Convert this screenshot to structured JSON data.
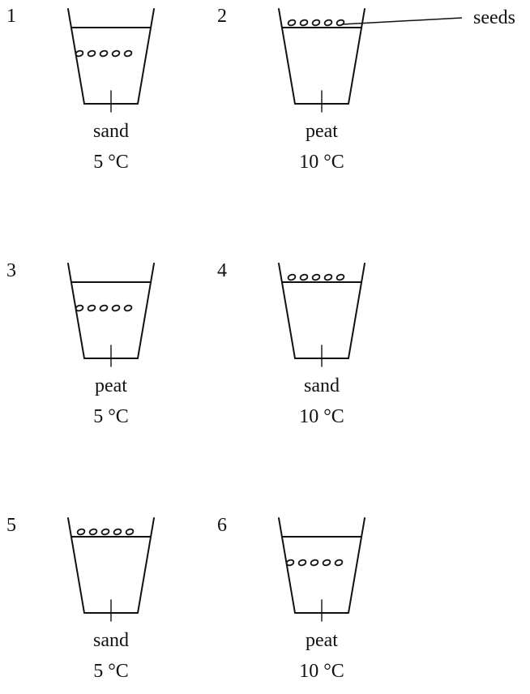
{
  "callout": {
    "seeds_label": "seeds"
  },
  "pots": [
    {
      "number": "1",
      "medium": "sand",
      "temperature": "5 °C",
      "seed_position": "buried"
    },
    {
      "number": "2",
      "medium": "peat",
      "temperature": "10 °C",
      "seed_position": "surface"
    },
    {
      "number": "3",
      "medium": "peat",
      "temperature": "5 °C",
      "seed_position": "buried"
    },
    {
      "number": "4",
      "medium": "sand",
      "temperature": "10 °C",
      "seed_position": "surface"
    },
    {
      "number": "5",
      "medium": "sand",
      "temperature": "5 °C",
      "seed_position": "surface"
    },
    {
      "number": "6",
      "medium": "peat",
      "temperature": "10 °C",
      "seed_position": "buried"
    }
  ]
}
